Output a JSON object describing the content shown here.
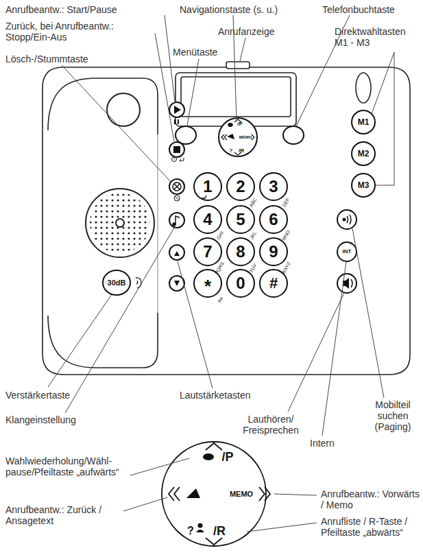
{
  "diagram": {
    "labels": [
      "Anrufbeantw.: Start/Pause",
      "Navigationstaste (s. u.)",
      "Telefonbuchtaste",
      "Zurück, bei Anrufbeantw.: Stopp/Ein-Aus",
      "Anrufanzeige",
      "Direktwahltasten M1 - M3",
      "Menütaste",
      "Lösch-/Stummtaste",
      "/P",
      "MEMO",
      "?",
      "/R",
      "M1",
      "M2",
      "M3",
      "1",
      "2",
      "3",
      "ABC",
      "DEF",
      "4",
      "5",
      "6",
      "GHI",
      "JKL",
      "MNO",
      "7",
      "8",
      "9",
      "PQRS",
      "TUV",
      "WXYZ",
      "*",
      "0",
      "#",
      "Aa",
      "30dB",
      "INT",
      "Verstärkertaste",
      "Lautstärketasten",
      "Mobilteil suchen (Paging)",
      "Klangeinstellung",
      "Lauthören/ Freisprechen",
      "Intern",
      "Wahlwiederholung/Wähl- pause/Pfeiltaste „aufwärts“",
      "/P",
      "MEMO",
      "Anrufbeantw.: Zurück / Ansagetext",
      "Anrufbeantw.: Vorwärts / Memo",
      "?",
      "/R",
      "Anrufliste / R-Taste / Pfeiltaste „abwärts“"
    ]
  }
}
